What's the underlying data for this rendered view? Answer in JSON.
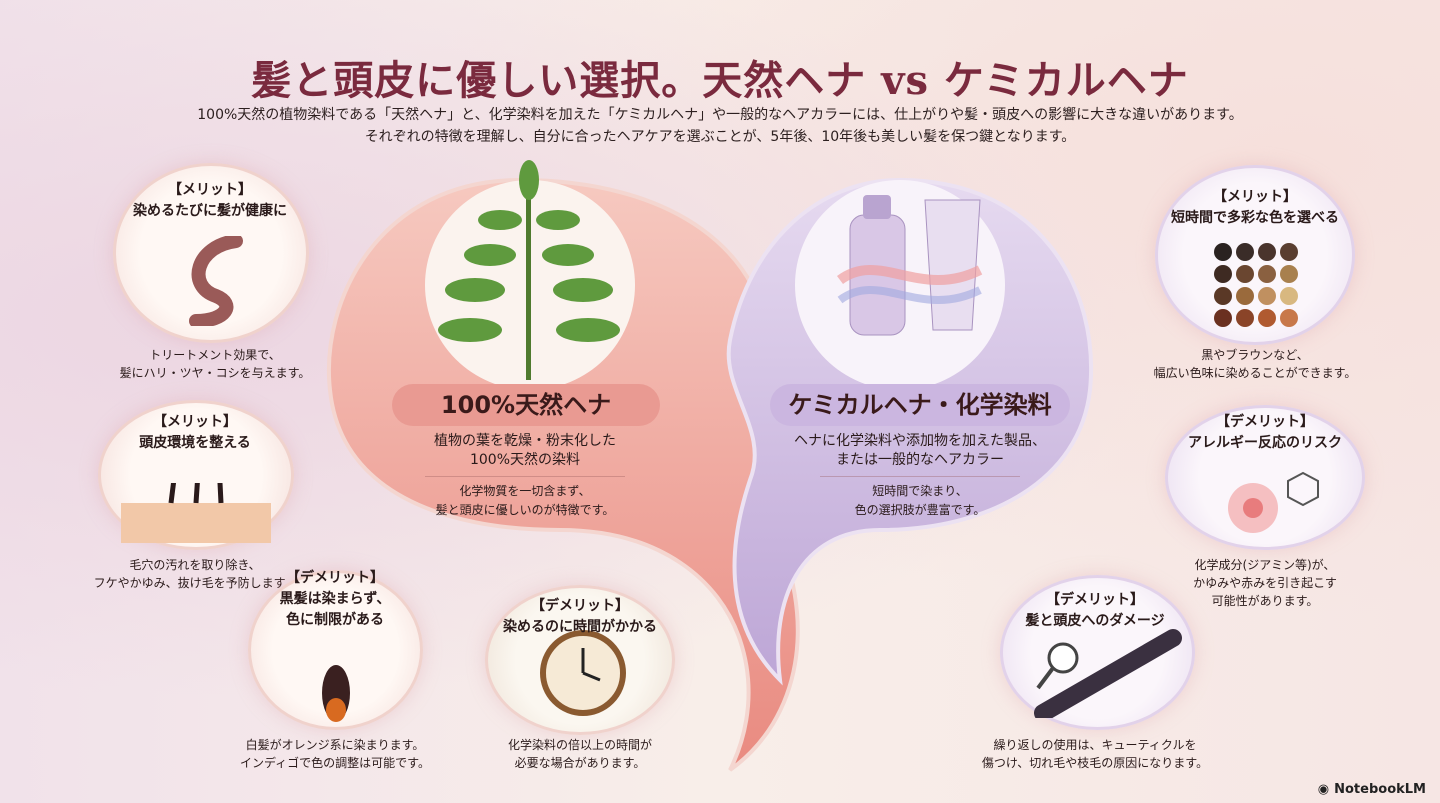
{
  "title": "髪と頭皮に優しい選択。天然ヘナ vs ケミカルヘナ",
  "intro": [
    "100%天然の植物染料である「天然ヘナ」と、化学染料を加えた「ケミカルヘナ」や一般的なヘアカラーには、仕上がりや髪・頭皮への影響に大きな違いがあります。",
    "それぞれの特徴を理解し、自分に合ったヘアケアを選ぶことが、5年後、10年後も美しい髪を保つ鍵となります。"
  ],
  "natural": {
    "label": "100%天然ヘナ",
    "desc": [
      "植物の葉を乾燥・粉末化した",
      "100%天然の染料"
    ],
    "sub": [
      "化学物質を一切含まず、",
      "髪と頭皮に優しいのが特徴です。"
    ]
  },
  "chemical": {
    "label": "ケミカルヘナ・化学染料",
    "desc": [
      "ヘナに化学染料や添加物を加えた製品、",
      "または一般的なヘアカラー"
    ],
    "sub": [
      "短時間で染まり、",
      "色の選択肢が豊富です。"
    ]
  },
  "cards": [
    {
      "tag": "【メリット】",
      "title": [
        "染めるたびに髪が健康に"
      ],
      "desc": [
        "トリートメント効果で、",
        "髪にハリ・ツヤ・コシを与えます。"
      ]
    },
    {
      "tag": "【メリット】",
      "title": [
        "頭皮環境を整える"
      ],
      "desc": [
        "毛穴の汚れを取り除き、",
        "フケやかゆみ、抜け毛を予防します。"
      ]
    },
    {
      "tag": "【デメリット】",
      "title": [
        "黒髪は染まらず、",
        "色に制限がある"
      ],
      "desc": [
        "白髪がオレンジ系に染まります。",
        "インディゴで色の調整は可能です。"
      ]
    },
    {
      "tag": "【デメリット】",
      "title": [
        "染めるのに時間がかかる"
      ],
      "desc": [
        "化学染料の倍以上の時間が",
        "必要な場合があります。"
      ]
    },
    {
      "tag": "【メリット】",
      "title": [
        "短時間で多彩な色を選べる"
      ],
      "desc": [
        "黒やブラウンなど、",
        "幅広い色味に染めることができます。"
      ]
    },
    {
      "tag": "【デメリット】",
      "title": [
        "アレルギー反応のリスク"
      ],
      "desc": [
        "化学成分(ジアミン等)が、",
        "かゆみや赤みを引き起こす",
        "可能性があります。"
      ]
    },
    {
      "tag": "【デメリット】",
      "title": [
        "髪と頭皮へのダメージ"
      ],
      "desc": [
        "繰り返しの使用は、キューティクルを",
        "傷つけ、切れ毛や枝毛の原因になります。"
      ]
    }
  ],
  "swatches": [
    "#2a2220",
    "#3a2c28",
    "#4a342c",
    "#5a3e30",
    "#3e2a22",
    "#6a4630",
    "#8a6040",
    "#a8804e",
    "#5a3826",
    "#9a6a3c",
    "#c09060",
    "#d8b880",
    "#6a3020",
    "#8a4428",
    "#b05a30",
    "#c8784a"
  ],
  "logo": "NotebookLM"
}
